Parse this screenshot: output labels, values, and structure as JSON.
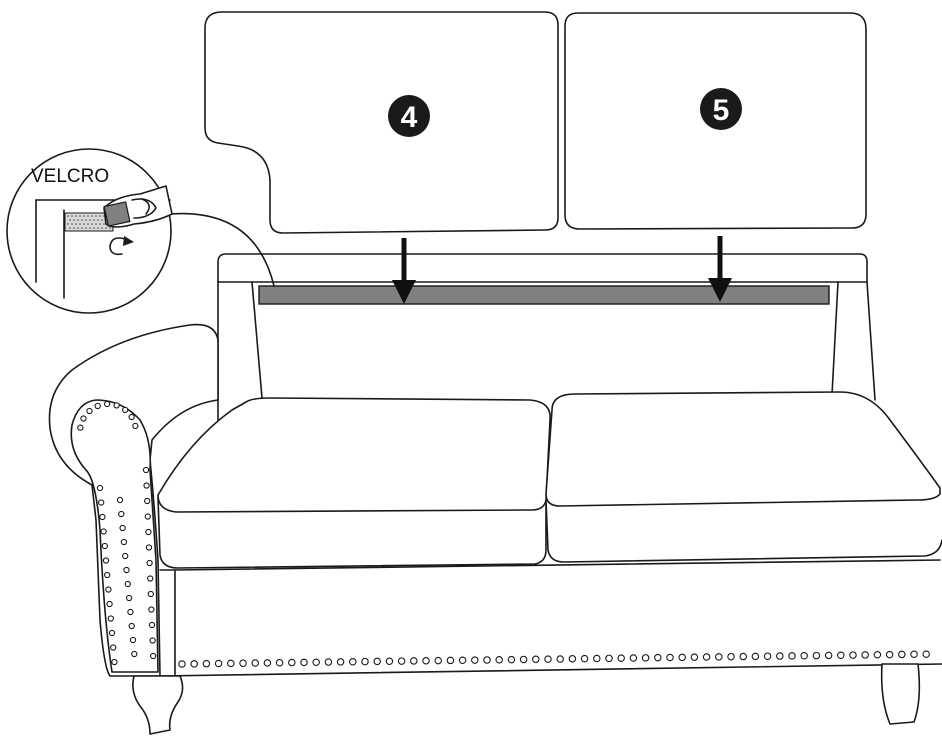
{
  "callout": {
    "label": "VELCRO"
  },
  "cushions": [
    {
      "number": "4"
    },
    {
      "number": "5"
    }
  ],
  "colors": {
    "outline": "#1a1a1a",
    "velcro_strip": "#808080",
    "badge": "#1a1a1a",
    "background": "#ffffff"
  }
}
